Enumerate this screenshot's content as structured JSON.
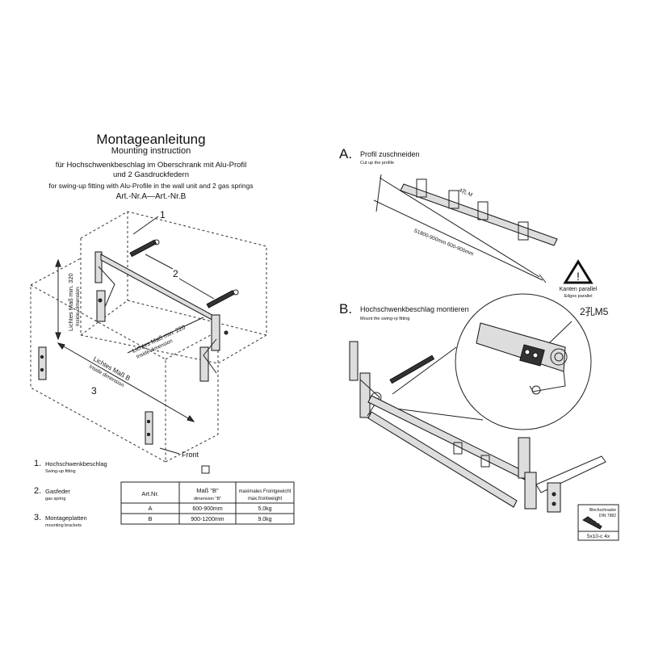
{
  "left": {
    "title": "Montageanleitung",
    "subtitle_en": "Mounting instruction",
    "desc_de_1": "für Hochschwenkbeschlag im Oberschrank mit Alu-Profil",
    "desc_de_2": "und 2 Gasdruckfedern",
    "desc_en": "for swing-up fitting with Alu-Profile in the wall unit and 2 gas springs",
    "art_line": "Art.-Nr.A—Art.-Nr.B",
    "callouts": {
      "c1": "1",
      "c2": "2",
      "c3": "3"
    },
    "dims": {
      "height_de": "Lichtes Maß min. 320",
      "height_en": "Inside dimension",
      "depth_de": "Lichtes Maß min. 220",
      "depth_en": "Inside dimension",
      "width_de": "Lichtes Maß  B",
      "width_en": "Inside dimension"
    },
    "front_label": "Front",
    "legend": [
      {
        "num": "1.",
        "de": "Hochschwenkbeschlag",
        "en": "Swing-up fitting"
      },
      {
        "num": "2.",
        "de": "Gasfeder",
        "en": "gas spring"
      },
      {
        "num": "3.",
        "de": "Montageplatten",
        "en": "mounting brackets"
      }
    ],
    "table": {
      "headers": [
        {
          "main": "Art.Nr.",
          "sub": ""
        },
        {
          "main": "Maß \"B\"",
          "sub": "dimension \"B\""
        },
        {
          "main": "maximales Frontgewicht",
          "sub": "max.frontweight"
        }
      ],
      "rows": [
        [
          "A",
          "600-900mm",
          "5.0kg"
        ],
        [
          "B",
          "900-1200mm",
          "9.0kg"
        ]
      ]
    }
  },
  "right": {
    "step_a": {
      "letter": "A.",
      "title": "Profil zuschneiden",
      "sub": "Cut up the profile"
    },
    "profile_dim_top": "4孔 M",
    "profile_dim_bottom": "S1800-900mm   600-900mm",
    "warning": {
      "title": "Kanten parallel",
      "sub": "Edges parallel"
    },
    "step_b": {
      "letter": "B.",
      "title": "Hochschwenkbeschlag montieren",
      "sub": "Mount the swing-rp fitting"
    },
    "hole_label": "2孔M5",
    "screw": {
      "title": "Blechschraube",
      "sub": "DIN 7982",
      "spec": "5x10-c  4x"
    }
  }
}
